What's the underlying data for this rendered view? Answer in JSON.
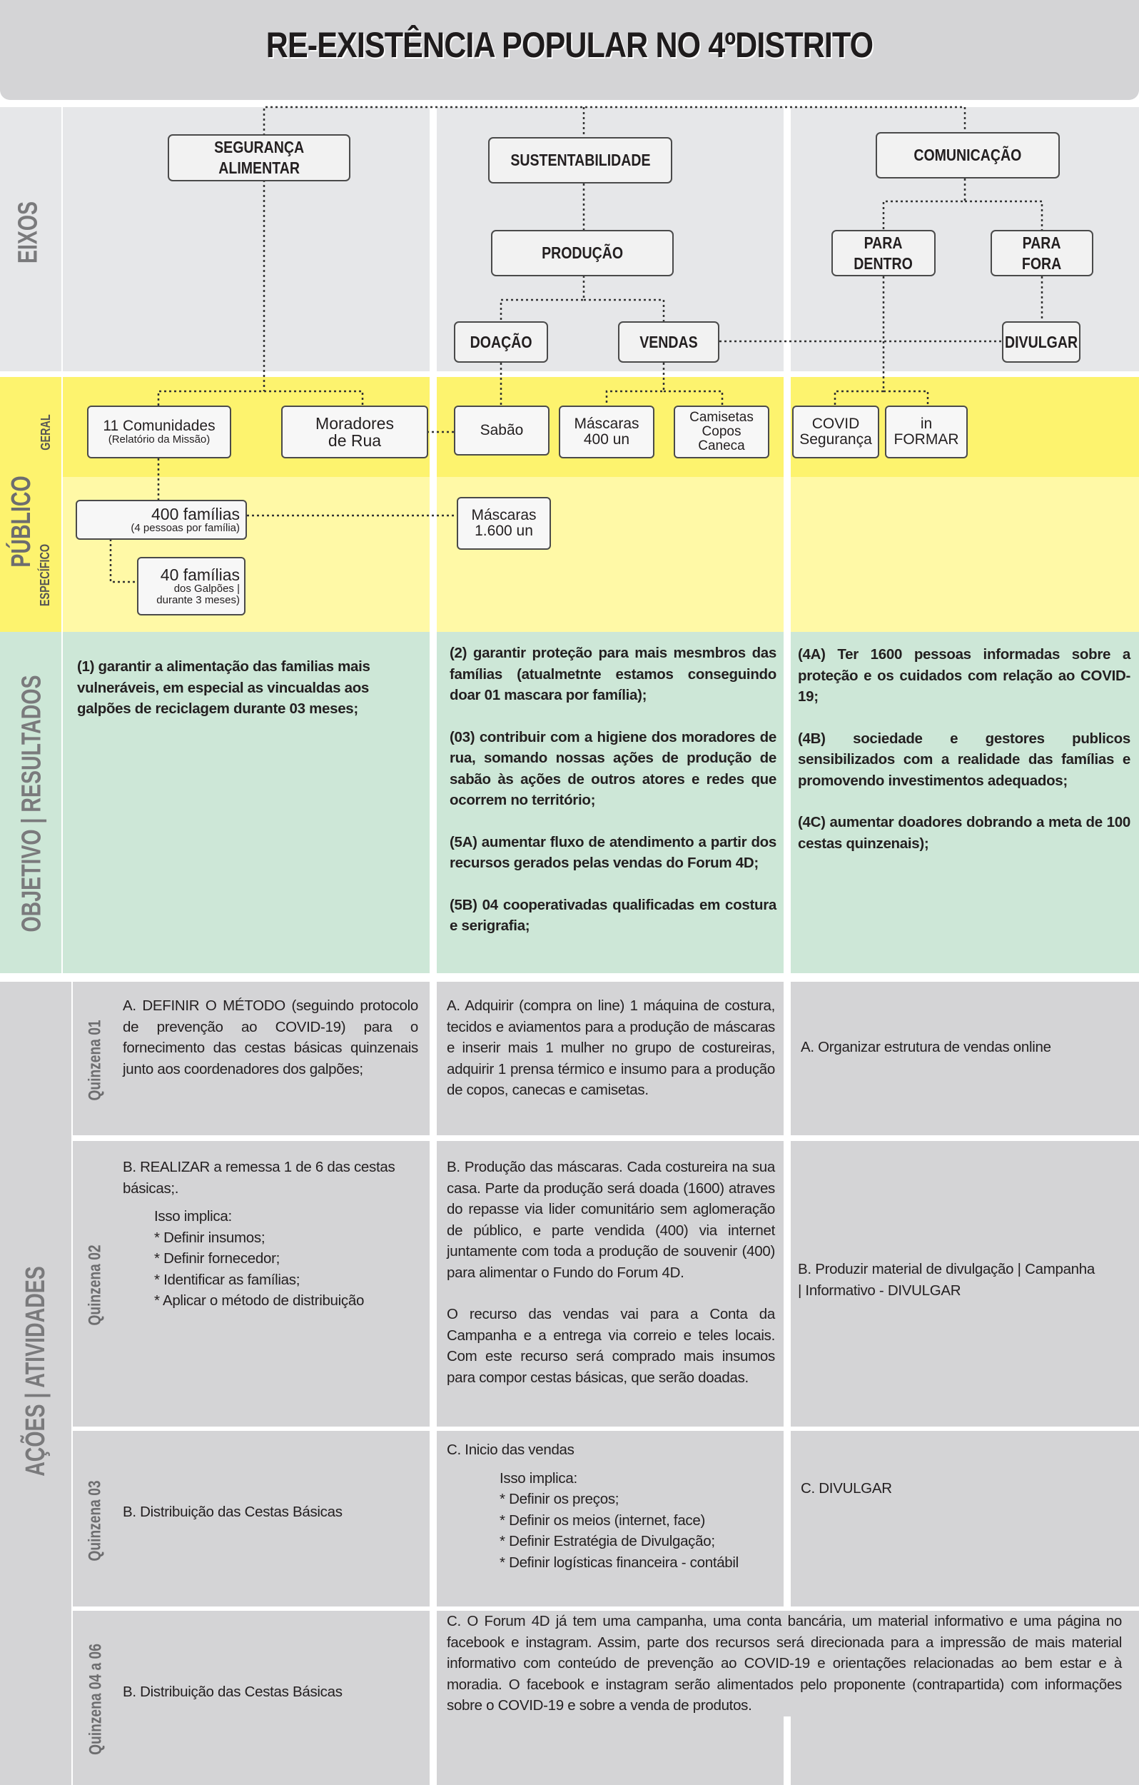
{
  "title": "RE-EXISTÊNCIA POPULAR NO 4ºDISTRITO",
  "side_labels": {
    "eixos": "EIXOS",
    "publico": "PÚBLICO",
    "geral": "GERAL",
    "especifico": "ESPECÍFICO",
    "objetivo": "OBJETIVO | RESULTADOS",
    "acoes": "AÇÕES | ATIVIDADES"
  },
  "eixos": {
    "seguranca": "SEGURANÇA\nALIMENTAR",
    "sustentabilidade": "SUSTENTABILIDADE",
    "comunicacao": "COMUNICAÇÃO",
    "producao": "PRODUÇÃO",
    "para_dentro": "PARA\nDENTRO",
    "para_fora": "PARA\nFORA",
    "doacao": "DOAÇÃO",
    "vendas": "VENDAS",
    "divulgar": "DIVULGAR"
  },
  "publico_geral": {
    "comunidades": "11 Comunidades",
    "comunidades_sub": "(Relatório da Missão)",
    "moradores": "Moradores\nde Rua",
    "sabao": "Sabão",
    "mascaras": "Máscaras\n400 un",
    "camisetas": "Camisetas\nCopos\nCaneca",
    "covid": "COVID\nSegurança",
    "informar": "in\nFORMAR"
  },
  "publico_especifico": {
    "familias400": "400 famílias",
    "familias400_sub": "(4 pessoas por família)",
    "familias40": "40 famílias",
    "familias40_sub": "dos Galpões |\ndurante 3 meses)",
    "mascaras1600": "Máscaras\n1.600 un"
  },
  "objetivos": {
    "col1": [
      "(1) garantir a alimentação das familias mais vulneráveis, em especial as vincualdas aos galpões de reciclagem durante 03 meses;"
    ],
    "col2": [
      "(2) garantir proteção para mais mesmbros das famílias (atualmetnte estamos conseguindo doar 01 mascara por família);",
      "(03) contribuir com a higiene dos moradores de rua, somando nossas ações de produção de sabão às ações de outros atores e redes que ocorrem no território;",
      "(5A) aumentar fluxo de atendimento a partir dos recursos gerados pelas vendas do Forum 4D;",
      "(5B) 04 cooperativadas qualificadas em costura e serigrafia;"
    ],
    "col3": [
      "(4A) Ter 1600 pessoas informadas sobre a proteção e os cuidados com relação ao COVID-19;",
      "(4B) sociedade e gestores publicos sensibilizados com a realidade das famílias e promovendo investimentos adequados;",
      "(4C) aumentar doadores dobrando a meta de 100 cestas quinzenais);"
    ]
  },
  "quinzenas": [
    {
      "label": "Quinzena 01",
      "col1": "A. DEFINIR O MÉTODO (seguindo protocolo de prevenção ao COVID-19) para o fornecimento das cestas básicas quinzenais junto aos coordenadores dos galpões;",
      "col2": "A. Adquirir (compra on line) 1 máquina de costura, tecidos e aviamentos para a produção de máscaras e inserir mais 1 mulher no grupo de costureiras, adquirir 1 prensa térmico e insumo para a produção de copos, canecas e camisetas.",
      "col3": "A. Organizar estrutura de vendas online"
    },
    {
      "label": "Quinzena 02",
      "col1": "B. REALIZAR a remessa 1 de 6 das cestas básicas;.",
      "col1_sub_title": "Isso implica:",
      "col1_items": [
        "* Definir insumos;",
        "* Definir fornecedor;",
        "* Identificar as famílias;",
        "* Aplicar o método de distribuição"
      ],
      "col2": "B. Produção das máscaras. Cada costureira na sua casa. Parte da produção será doada (1600) atraves do repasse via lider comunitário sem aglomeração de público, e parte vendida (400) via internet juntamente com toda a produção de souvenir (400) para alimentar o Fundo do Forum 4D.",
      "col2_b": "O recurso das vendas vai para a Conta da Campanha e a entrega via correio e teles locais. Com este recurso será comprado mais insumos para compor cestas básicas, que serão doadas.",
      "col3": "B. Produzir material de divulgação | Campanha | Informativo - DIVULGAR"
    },
    {
      "label": "Quinzena 03",
      "col1": "B. Distribuição das Cestas Básicas",
      "col2": "C. Inicio das vendas",
      "col2_sub_title": "Isso implica:",
      "col2_items": [
        "* Definir os preços;",
        "* Definir os meios (internet, face)",
        "* Definir Estratégia de Divulgação;",
        "* Definir logísticas financeira - contábil"
      ],
      "col3": "C. DIVULGAR"
    },
    {
      "label": "Quinzena 04 a 06",
      "col1": "B. Distribuição das Cestas Básicas",
      "col23": "C. O Forum 4D já tem uma campanha, uma conta bancária, um material informativo e uma página no facebook e instagram. Assim, parte dos recursos será direcionada para a impressão de mais material informativo com conteúdo de prevenção ao COVID-19 e orientações relacionadas ao bem estar e à moradia. O facebook e instagram serão alimentados pelo proponente (contrapartida) com informações sobre o COVID-19 e sobre a venda de produtos."
    }
  ]
}
